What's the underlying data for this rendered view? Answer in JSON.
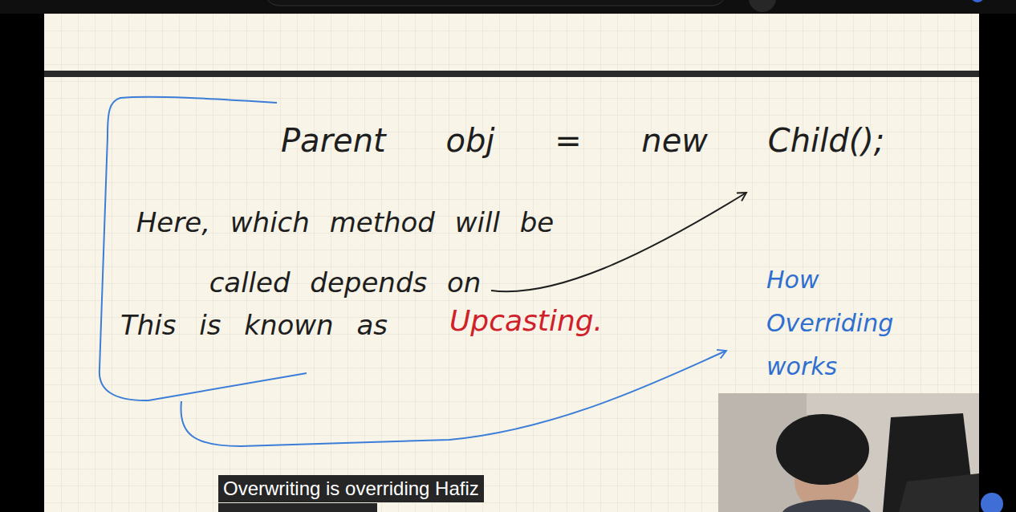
{
  "diagram": {
    "labels": [
      "Parent obj = new Child();",
      "Here, which method will be called depends on",
      "This is known as",
      "Upcasting.",
      "How Overriding works",
      "Overwriting is overriding Hafiz"
    ]
  }
}
